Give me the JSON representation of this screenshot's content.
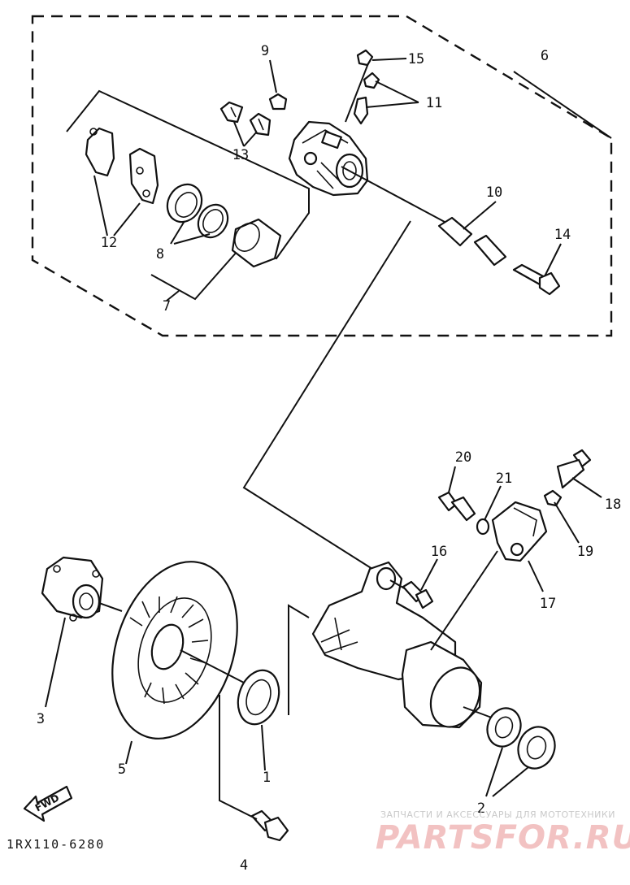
{
  "callouts": [
    {
      "id": "1",
      "text": "1"
    },
    {
      "id": "2",
      "text": "2"
    },
    {
      "id": "3",
      "text": "3"
    },
    {
      "id": "4",
      "text": "4"
    },
    {
      "id": "5",
      "text": "5"
    },
    {
      "id": "6",
      "text": "6"
    },
    {
      "id": "7",
      "text": "7"
    },
    {
      "id": "8",
      "text": "8"
    },
    {
      "id": "9",
      "text": "9"
    },
    {
      "id": "10",
      "text": "10"
    },
    {
      "id": "11",
      "text": "11"
    },
    {
      "id": "12",
      "text": "12"
    },
    {
      "id": "13",
      "text": "13"
    },
    {
      "id": "14",
      "text": "14"
    },
    {
      "id": "15",
      "text": "15"
    },
    {
      "id": "16",
      "text": "16"
    },
    {
      "id": "17",
      "text": "17"
    },
    {
      "id": "18",
      "text": "18"
    },
    {
      "id": "19",
      "text": "19"
    },
    {
      "id": "20",
      "text": "20"
    },
    {
      "id": "21",
      "text": "21"
    }
  ],
  "fwd_label": "FWD",
  "diagram_code": "1RX110-6280",
  "watermark": {
    "tagline": "ЗАПЧАСТИ И АКСЕССУАРЫ ДЛЯ МОТОТЕХНИКИ",
    "brand": "PARTSFOR.RU",
    "brand_color": "#e8a0a0"
  }
}
